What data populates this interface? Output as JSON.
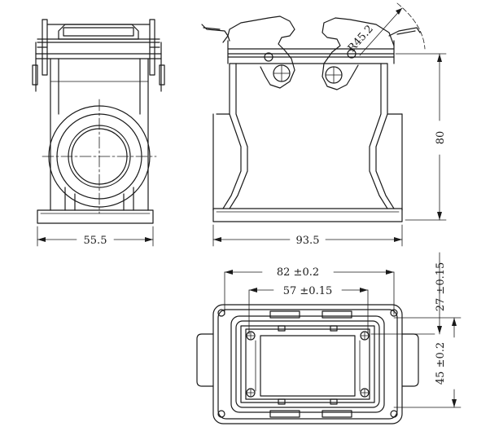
{
  "drawing": {
    "side_view": {
      "width_dim": "55.5"
    },
    "front_view": {
      "width_dim": "93.5",
      "height_dim": "80",
      "radius_dim": "R45.2"
    },
    "bottom_view": {
      "outer_width_dim": "82 ±0.2",
      "inner_width_dim": "57 ±0.15",
      "top_offset_dim": "27 ±0.15",
      "height_dim": "45 ±0.2"
    },
    "colors": {
      "line": "#1a1a1a",
      "background": "#ffffff"
    }
  }
}
